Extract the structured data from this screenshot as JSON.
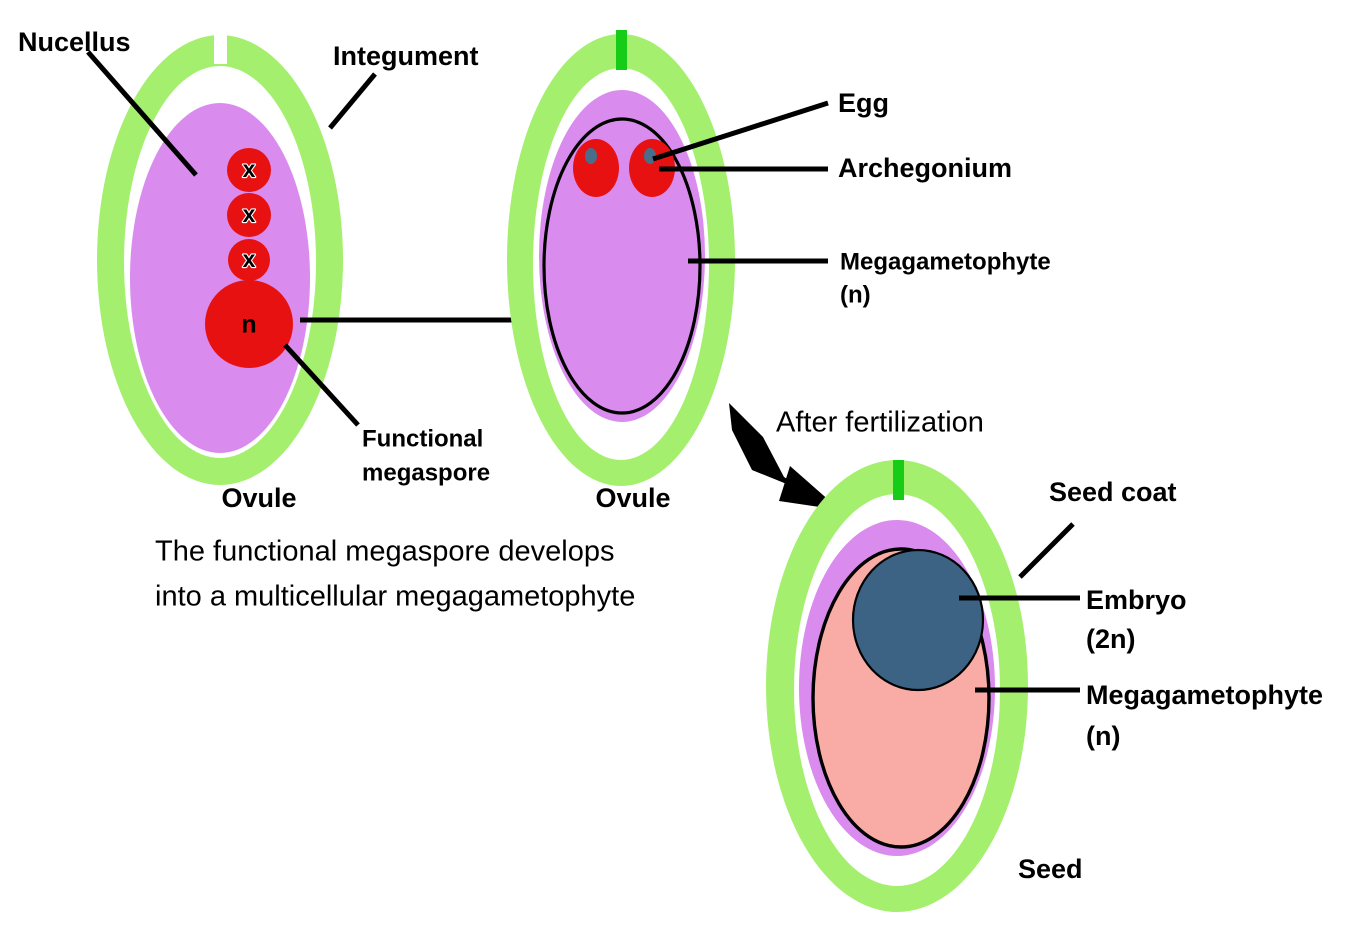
{
  "diagram": {
    "title": "Ovule to seed development in a gymnosperm",
    "background_color": "#ffffff"
  },
  "palette": {
    "integument_green": "#a5ef6e",
    "micropyle_green": "#17cc17",
    "nucellus_purple": "#d98ced",
    "megagametophyte_pink": "#f9aba5",
    "cell_red": "#e81111",
    "egg_blue": "#4a6d8c",
    "embryo_blue": "#3d6384",
    "outline_black": "#000000",
    "text_black": "#000000"
  },
  "stages": [
    {
      "id": "ovule-megaspores",
      "caption": "Ovule",
      "labels": [
        {
          "name": "nucellus",
          "text": "Nucellus"
        },
        {
          "name": "integument",
          "text": "Integument"
        },
        {
          "name": "functional-megaspore",
          "text": "Functional",
          "text2": "megaspore"
        }
      ],
      "cells": [
        {
          "name": "degenerating-megaspore-1",
          "glyph": "x",
          "state": "degenerating"
        },
        {
          "name": "degenerating-megaspore-2",
          "glyph": "x",
          "state": "degenerating"
        },
        {
          "name": "degenerating-megaspore-3",
          "glyph": "x",
          "state": "degenerating"
        },
        {
          "name": "functional-megaspore",
          "glyph": "n",
          "state": "functional"
        }
      ]
    },
    {
      "id": "ovule-megagametophyte",
      "caption": "Ovule",
      "labels": [
        {
          "name": "egg",
          "text": "Egg"
        },
        {
          "name": "archegonium",
          "text": "Archegonium"
        },
        {
          "name": "megagametophyte",
          "text": "Megagametophyte",
          "text2": "(n)"
        }
      ],
      "archegonia_count": 2
    },
    {
      "id": "seed",
      "caption": "Seed",
      "labels": [
        {
          "name": "seed-coat",
          "text": "Seed coat"
        },
        {
          "name": "embryo",
          "text": "Embryo",
          "text2": "(2n)"
        },
        {
          "name": "megagametophyte",
          "text": "Megagametophyte",
          "text2": "(n)"
        }
      ]
    }
  ],
  "annotations": {
    "development_note_line1": "The functional megaspore develops",
    "development_note_line2": "into a multicellular megagametophyte",
    "fertilization_arrow_label": "After fertilization"
  },
  "labels": {
    "nucellus": "Nucellus",
    "integument": "Integument",
    "functional_megaspore_line1": "Functional",
    "functional_megaspore_line2": "megaspore",
    "ovule_left": "Ovule",
    "ovule_middle": "Ovule",
    "egg": "Egg",
    "archegonium": "Archegonium",
    "megagametophyte_middle_line1": "Megagametophyte",
    "megagametophyte_middle_line2": "(n)",
    "after_fertilization": "After fertilization",
    "seed_coat": "Seed coat",
    "embryo_line1": "Embryo",
    "embryo_line2": "(2n)",
    "megagametophyte_seed_line1": "Megagametophyte",
    "megagametophyte_seed_line2": "(n)",
    "seed": "Seed",
    "cell_x_1": "x",
    "cell_x_2": "x",
    "cell_x_3": "x",
    "cell_n": "n",
    "note_line1": "The functional megaspore develops",
    "note_line2": "into a multicellular megagametophyte"
  }
}
